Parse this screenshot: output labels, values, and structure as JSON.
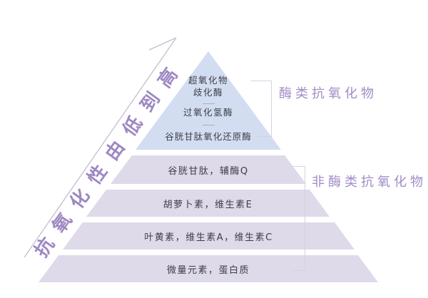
{
  "colors": {
    "triangle_fill": "#d3ddf2",
    "layer_fill": "#dedae9",
    "text_dark": "#3e3e46",
    "accent_purple": "#a18cc6",
    "arrow_text_purple": "#9d88c2",
    "line_gray": "#d5d2df"
  },
  "arrow": {
    "label": "抗氧化性由低到高"
  },
  "pyramid": {
    "triangle": {
      "items": [
        {
          "line1": "超氧化物",
          "line2": "歧化酶"
        },
        {
          "line1": "过氧化氢酶"
        },
        {
          "line1": "谷胱甘肽氧化还原酶"
        }
      ]
    },
    "layers": [
      {
        "label": "谷胱甘肽，辅酶Q"
      },
      {
        "label": "胡萝卜素，维生素E"
      },
      {
        "label": "叶黄素，维生素A，维生素C"
      },
      {
        "label": "微量元素，蛋白质"
      }
    ]
  },
  "groups": {
    "enzyme": {
      "label": "酶类抗氧化物"
    },
    "non_enzyme": {
      "label": "非酶类抗氧化物"
    }
  }
}
